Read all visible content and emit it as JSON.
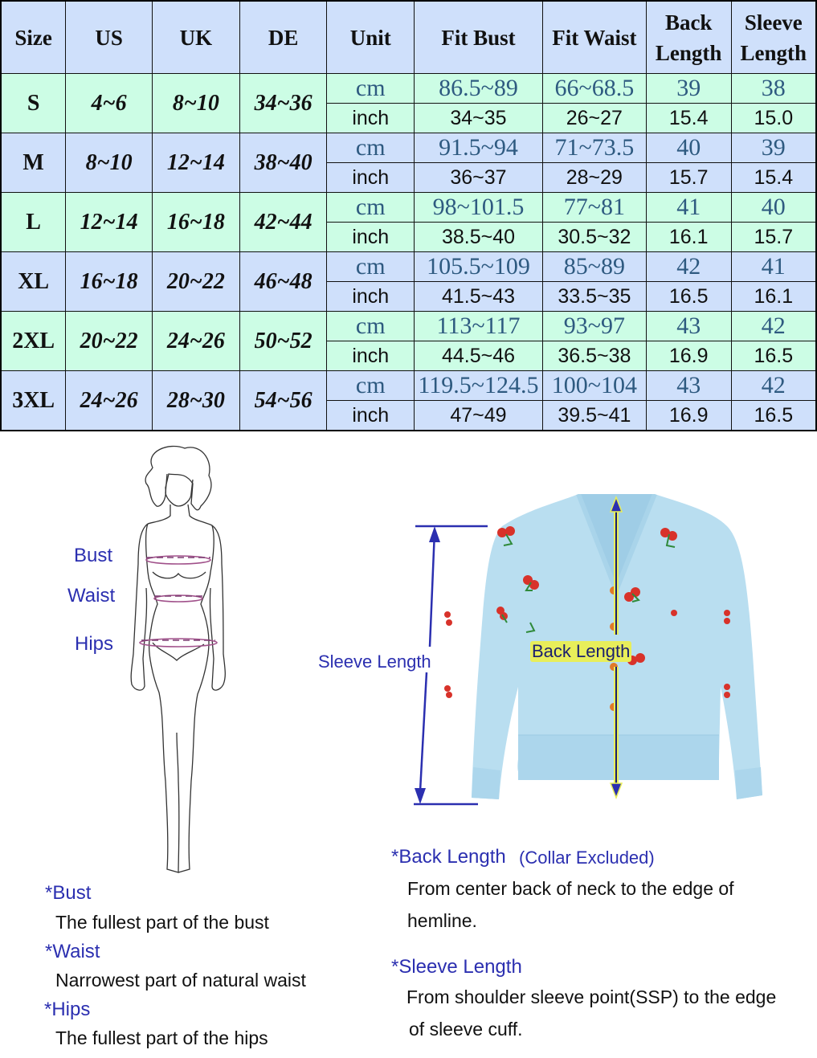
{
  "size_chart": {
    "headers": [
      "Size",
      "US",
      "UK",
      "DE",
      "Unit",
      "Fit Bust",
      "Fit Waist",
      "Back Length",
      "Sleeve Length"
    ],
    "header_lines": {
      "back_length": [
        "Back",
        "Length"
      ],
      "sleeve_length": [
        "Sleeve",
        "Length"
      ]
    },
    "rows": [
      {
        "size": "S",
        "us": "4~6",
        "uk": "8~10",
        "de": "34~36",
        "cm": {
          "unit": "cm",
          "bust": "86.5~89",
          "waist": "66~68.5",
          "back": "39",
          "sleeve": "38"
        },
        "inch": {
          "unit": "inch",
          "bust": "34~35",
          "waist": "26~27",
          "back": "15.4",
          "sleeve": "15.0"
        }
      },
      {
        "size": "M",
        "us": "8~10",
        "uk": "12~14",
        "de": "38~40",
        "cm": {
          "unit": "cm",
          "bust": "91.5~94",
          "waist": "71~73.5",
          "back": "40",
          "sleeve": "39"
        },
        "inch": {
          "unit": "inch",
          "bust": "36~37",
          "waist": "28~29",
          "back": "15.7",
          "sleeve": "15.4"
        }
      },
      {
        "size": "L",
        "us": "12~14",
        "uk": "16~18",
        "de": "42~44",
        "cm": {
          "unit": "cm",
          "bust": "98~101.5",
          "waist": "77~81",
          "back": "41",
          "sleeve": "40"
        },
        "inch": {
          "unit": "inch",
          "bust": "38.5~40",
          "waist": "30.5~32",
          "back": "16.1",
          "sleeve": "15.7"
        }
      },
      {
        "size": "XL",
        "us": "16~18",
        "uk": "20~22",
        "de": "46~48",
        "cm": {
          "unit": "cm",
          "bust": "105.5~109",
          "waist": "85~89",
          "back": "42",
          "sleeve": "41"
        },
        "inch": {
          "unit": "inch",
          "bust": "41.5~43",
          "waist": "33.5~35",
          "back": "16.5",
          "sleeve": "16.1"
        }
      },
      {
        "size": "2XL",
        "us": "20~22",
        "uk": "24~26",
        "de": "50~52",
        "cm": {
          "unit": "cm",
          "bust": "113~117",
          "waist": "93~97",
          "back": "43",
          "sleeve": "42"
        },
        "inch": {
          "unit": "inch",
          "bust": "44.5~46",
          "waist": "36.5~38",
          "back": "16.9",
          "sleeve": "16.5"
        }
      },
      {
        "size": "3XL",
        "us": "24~26",
        "uk": "28~30",
        "de": "54~56",
        "cm": {
          "unit": "cm",
          "bust": "119.5~124.5",
          "waist": "100~104",
          "back": "43",
          "sleeve": "42"
        },
        "inch": {
          "unit": "inch",
          "bust": "47~49",
          "waist": "39.5~41",
          "back": "16.9",
          "sleeve": "16.5"
        }
      }
    ],
    "colors": {
      "header_bg": "#cfe0fb",
      "row_green": "#ccfde5",
      "row_blue": "#cfe0fb",
      "cm_text": "#2e5a80",
      "border": "#111111"
    }
  },
  "body_figure": {
    "labels": {
      "bust": "Bust",
      "waist": "Waist",
      "hips": "Hips"
    },
    "measure_line_color": "#a0508a"
  },
  "cardigan_figure": {
    "labels": {
      "sleeve_length": "Sleeve Length",
      "back_length": "Back Length"
    },
    "garment_color": "#b9def0",
    "arrow_color": "#2b2fb0"
  },
  "definitions": {
    "left": [
      {
        "term": "*Bust",
        "desc": "The fullest part of the bust"
      },
      {
        "term": "*Waist",
        "desc": "Narrowest part of natural waist"
      },
      {
        "term": "*Hips",
        "desc": "The fullest part of the hips"
      }
    ],
    "right": [
      {
        "term": "*Back Length",
        "note": "(Collar Excluded)",
        "desc_lines": [
          "From center back of neck to the edge of",
          "hemline."
        ]
      },
      {
        "term": "*Sleeve Length",
        "desc_lines": [
          "From shoulder sleeve point(SSP) to the edge",
          "of sleeve cuff."
        ]
      }
    ]
  }
}
